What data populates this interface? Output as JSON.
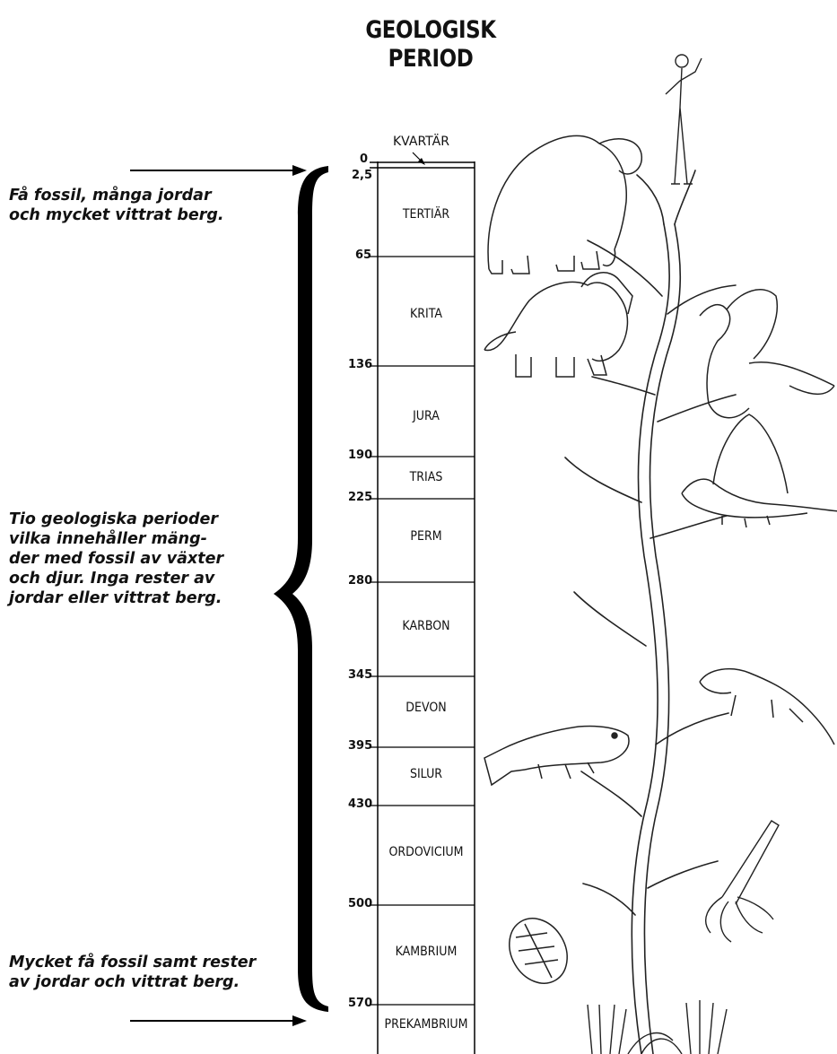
{
  "title": {
    "line1": "GEOLOGISK",
    "line2": "PERIOD"
  },
  "notes": {
    "top": [
      "Få fossil, många jordar",
      "och mycket vittrat berg."
    ],
    "middle": [
      "Tio geologiska perioder",
      "vilka innehåller mäng-",
      "der med fossil av växter",
      "och djur. Inga rester av",
      "jordar eller vittrat berg."
    ],
    "bottom": [
      "Mycket få fossil samt rester",
      "av jordar och vittrat berg."
    ]
  },
  "column": {
    "kvartar": "KVARTÄR",
    "ticks": [
      "0",
      "2,5",
      "65",
      "136",
      "190",
      "225",
      "280",
      "345",
      "395",
      "430",
      "500",
      "570"
    ],
    "periods": [
      "TERTIÄR",
      "KRITA",
      "JURA",
      "TRIAS",
      "PERM",
      "KARBON",
      "DEVON",
      "SILUR",
      "ORDOVICIUM",
      "KAMBRIUM",
      "PREKAMBRIUM"
    ]
  },
  "illustrations": [
    "mammoth",
    "human",
    "triceratops",
    "archaeopteryx",
    "dimetrodon",
    "amphibian",
    "fish",
    "nautiloid",
    "trilobite",
    "sea-plants"
  ]
}
